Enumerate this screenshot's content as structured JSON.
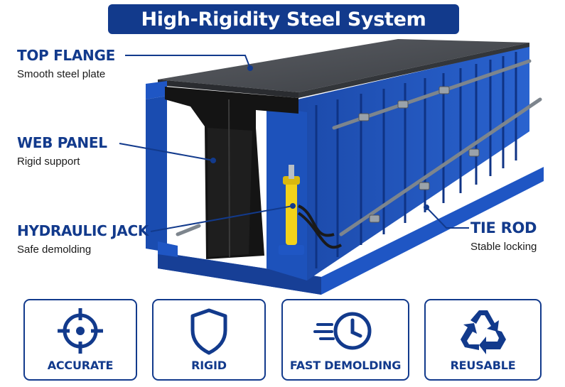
{
  "title": "High-Rigidity Steel System",
  "callouts": {
    "top_flange": {
      "label": "TOP FLANGE",
      "desc": "Smooth steel plate"
    },
    "web_panel": {
      "label": "WEB PANEL",
      "desc": "Rigid support"
    },
    "hydraulic_jack": {
      "label": "HYDRAULIC JACK",
      "desc": "Safe demolding"
    },
    "tie_rod": {
      "label": "TIE ROD",
      "desc": "Stable locking"
    }
  },
  "features": [
    {
      "label": "ACCURATE",
      "icon": "crosshair-icon"
    },
    {
      "label": "RIGID",
      "icon": "shield-icon"
    },
    {
      "label": "FAST DEMOLDING",
      "icon": "clock-speed-icon"
    },
    {
      "label": "REUSABLE",
      "icon": "recycle-icon"
    }
  ],
  "colors": {
    "brand_blue": "#123a8c",
    "steel_blue": "#1c4fb5",
    "steel_plate": "#4a4d52",
    "jack_yellow": "#f2d21a"
  }
}
